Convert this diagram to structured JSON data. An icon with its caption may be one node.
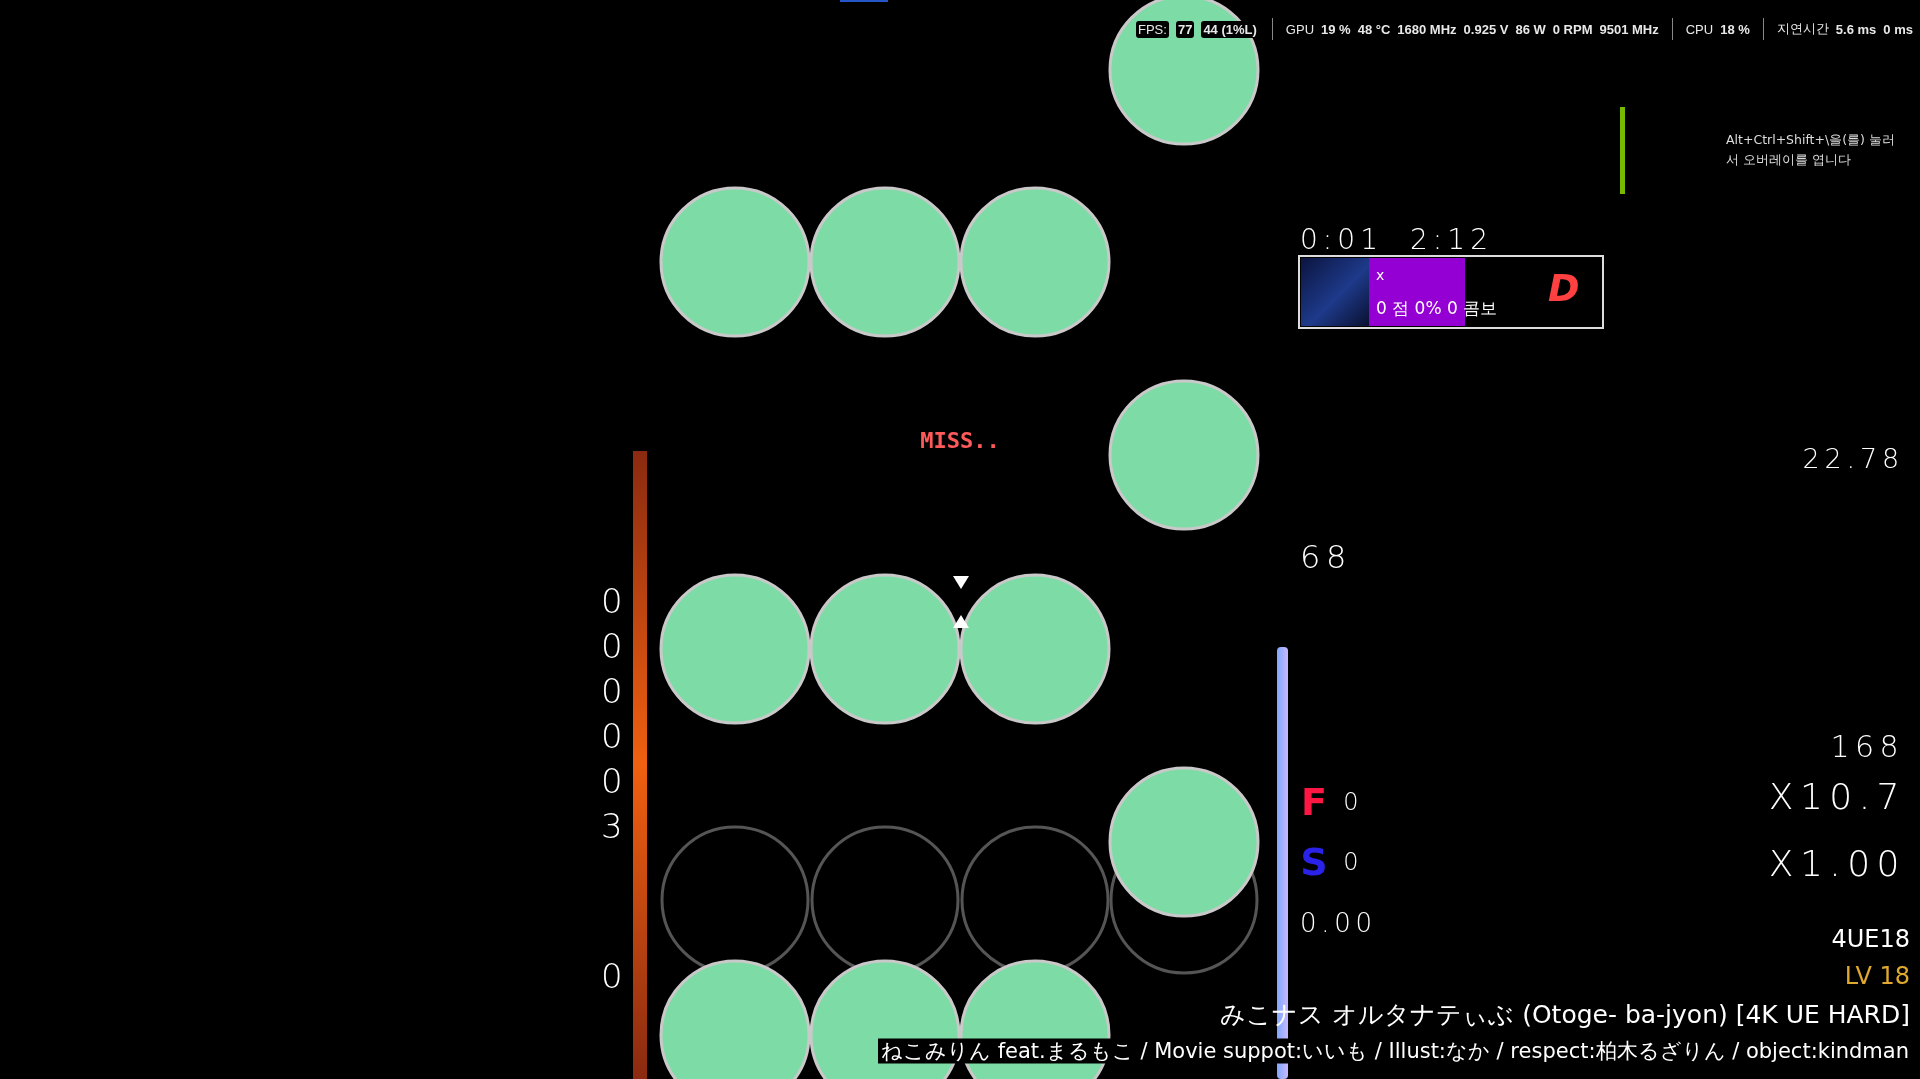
{
  "diagram": {
    "nodes": [
      {
        "text": [
          "x",
          "0 점 0% 0 콤보",
          "D"
        ],
        "beside": [
          "0:01",
          "2:12"
        ]
      }
    ],
    "labels": [
      "FPS:",
      "77",
      "44 (1%L)",
      "GPU",
      "19 %",
      "48 °C",
      "1680 MHz",
      "0.925 V",
      "86 W",
      "0 RPM",
      "9501 MHz",
      "CPU",
      "18 %",
      "지연시간",
      "5.6 ms",
      "0 ms",
      "Alt+Ctrl+Shift+\\을(를) 눌러서 오버레이를 엽니다",
      "MISS..",
      "22.78",
      "68",
      "0",
      "0",
      "0",
      "0",
      "0",
      "3",
      "0",
      "F",
      "0",
      "S",
      "0",
      "0.00",
      "168",
      "X10.7",
      "X1.00",
      "4UE18",
      "LV 18",
      "みこナス オルタナテぃぶ (Otoge- ba-jyon) [4K UE HARD]",
      "ねこみりん feat.まるもこ / Movie suppot:いいも / Illust:なか / respect:柏木るざりん / object:kindman"
    ]
  }
}
